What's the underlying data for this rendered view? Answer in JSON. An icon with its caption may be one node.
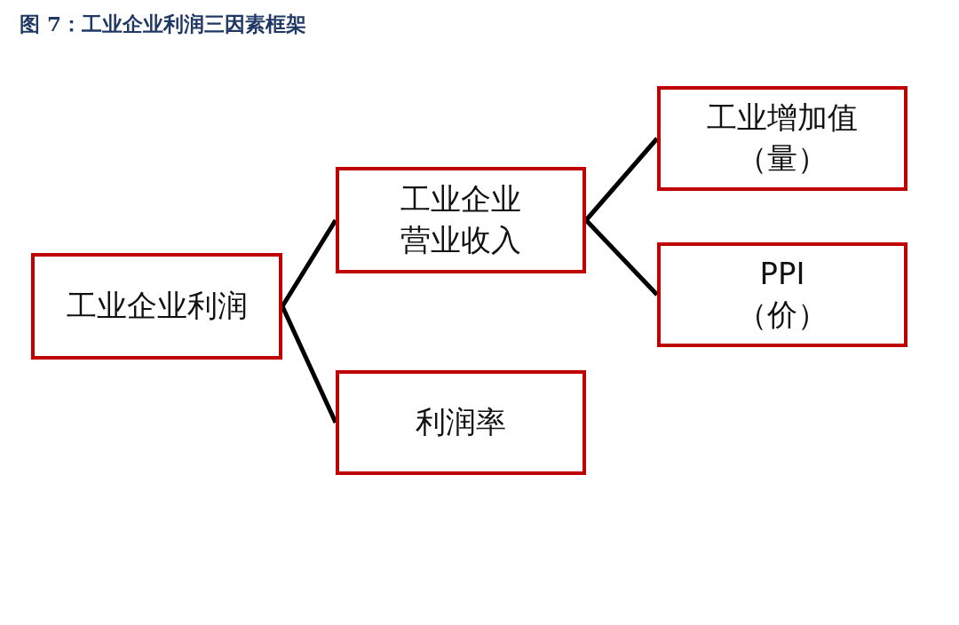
{
  "diagram": {
    "title": "图 7：工业企业利润三因素框架",
    "nodes": [
      {
        "text": [
          "工业企业利润"
        ]
      },
      {
        "text": [
          "工业企业营业收入"
        ]
      },
      {
        "text": [
          "利润率"
        ]
      },
      {
        "text": [
          "工业增加值（量）"
        ]
      },
      {
        "text": [
          "PPI（价）"
        ]
      }
    ],
    "edges": [
      {
        "from": 0,
        "to": 1,
        "arrow": "none"
      },
      {
        "from": 0,
        "to": 2,
        "arrow": "none"
      },
      {
        "from": 1,
        "to": 3,
        "arrow": "none"
      },
      {
        "from": 1,
        "to": 4,
        "arrow": "none"
      }
    ]
  }
}
